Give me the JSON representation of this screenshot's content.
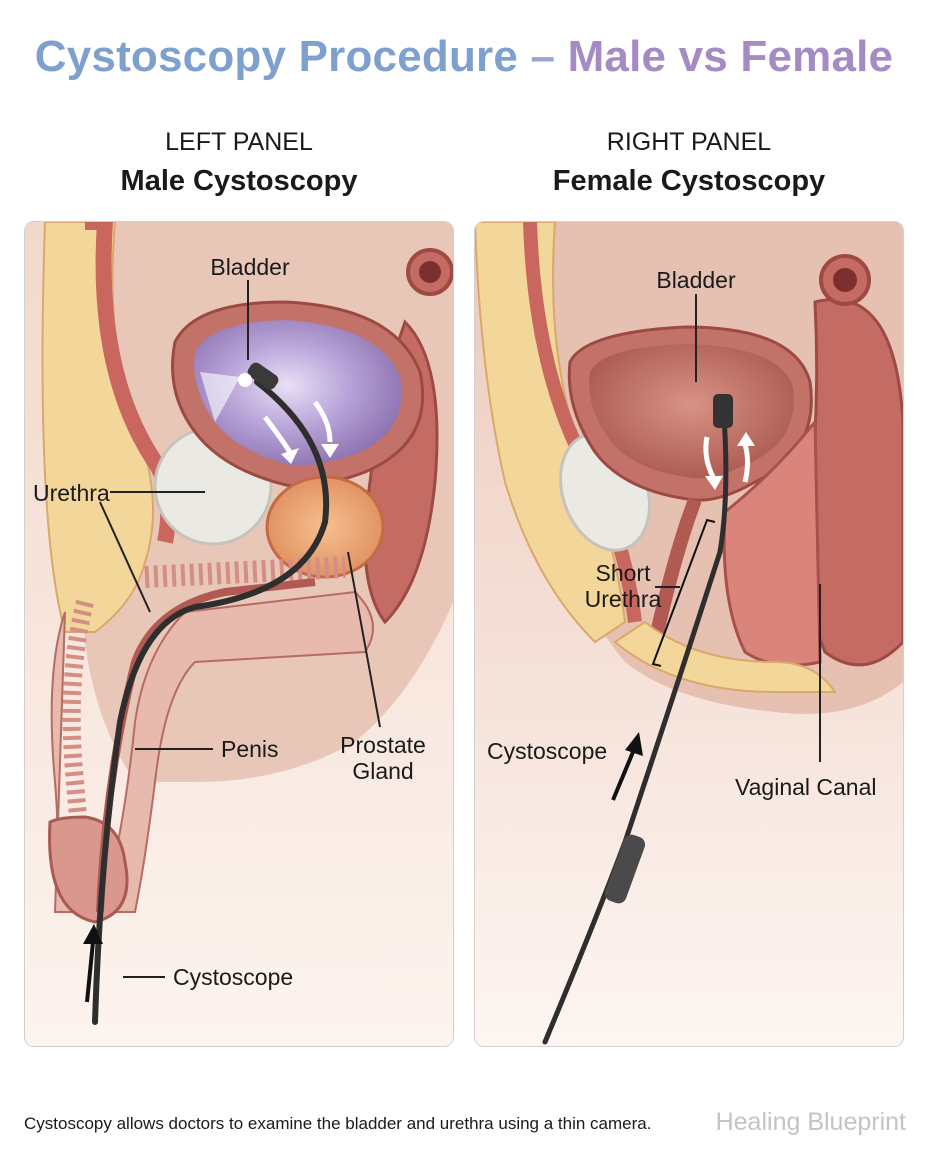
{
  "title": {
    "left": "Cystoscopy Procedure",
    "dash": "–",
    "right": "Male vs Female",
    "gradient_from": "#7ea0cf",
    "gradient_to": "#a58bc4"
  },
  "left_panel": {
    "heading": "LEFT PANEL",
    "name": "Male Cystoscopy",
    "labels": {
      "bladder": "Bladder",
      "urethra": "Urethra",
      "penis": "Penis",
      "prostate_line1": "Prostate",
      "prostate_line2": "Gland",
      "cystoscope": "Cystoscope"
    }
  },
  "right_panel": {
    "heading": "RIGHT PANEL",
    "name": "Female Cystoscopy",
    "labels": {
      "bladder": "Bladder",
      "short_urethra_line1": "Short",
      "short_urethra_line2": "Urethra",
      "cystoscope": "Cystoscope",
      "vaginal_canal": "Vaginal Canal"
    }
  },
  "footer": {
    "caption": "Cystoscopy allows doctors to examine the bladder and urethra using a thin camera.",
    "brand": "Healing Blueprint"
  },
  "colors": {
    "tissue": "#c97b72",
    "tissue_dark": "#a8504a",
    "fat": "#f3d79a",
    "skin": "#f4dccf",
    "bone": "#e6e4de",
    "scope": "#333333"
  }
}
